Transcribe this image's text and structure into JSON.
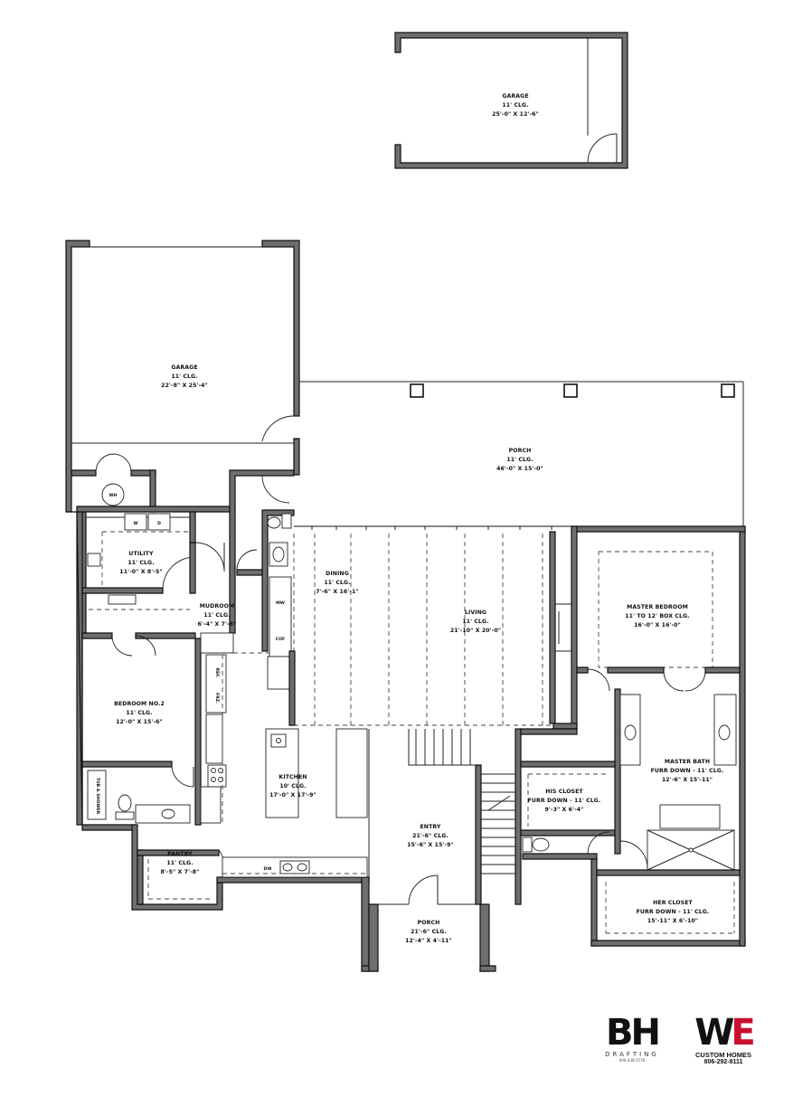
{
  "rooms": {
    "garage_detached": {
      "name": "GARAGE",
      "ceiling": "11' CLG.",
      "size": "25'-0\" X 12'-6\""
    },
    "garage": {
      "name": "GARAGE",
      "ceiling": "11' CLG.",
      "size": "22'-8\" X 25'-4\""
    },
    "porch_rear": {
      "name": "PORCH",
      "ceiling": "11' CLG.",
      "size": "46'-0\" X 15'-0\""
    },
    "utility": {
      "name": "UTILITY",
      "ceiling": "11' CLG.",
      "size": "11'-0\" X 8'-5\""
    },
    "mudroom": {
      "name": "MUDROOM",
      "ceiling": "11' CLG.",
      "size": "6'-4\" X 7'-8\""
    },
    "dining": {
      "name": "DINING",
      "ceiling": "11' CLG.",
      "size": "7'-6\" X 16'-1\""
    },
    "living": {
      "name": "LIVING",
      "ceiling": "11' CLG.",
      "size": "21'-10\" X 20'-0\""
    },
    "master_bedroom": {
      "name": "MASTER BEDROOM",
      "ceiling": "11' TO 12' BOX CLG.",
      "size": "16'-0\" X 16'-0\""
    },
    "bedroom2": {
      "name": "BEDROOM NO.2",
      "ceiling": "11' CLG.",
      "size": "12'-0\" X 15'-6\""
    },
    "kitchen": {
      "name": "KITCHEN",
      "ceiling": "10' CLG.",
      "size": "17'-0\" X 17'-9\""
    },
    "master_bath": {
      "name": "MASTER BATH",
      "ceiling": "FURR DOWN - 11' CLG.",
      "size": "12'-6\" X 15'-11\""
    },
    "his_closet": {
      "name": "HIS CLOSET",
      "ceiling": "FURR DOWN - 11' CLG.",
      "size": "9'-3\" X 6'-4\""
    },
    "entry": {
      "name": "ENTRY",
      "ceiling": "21'-6\" CLG.",
      "size": "15'-6\" X 15'-9\""
    },
    "pantry": {
      "name": "PANTRY",
      "ceiling": "11' CLG.",
      "size": "8'-5\" X 7'-8\""
    },
    "her_closet": {
      "name": "HER CLOSET",
      "ceiling": "FURR DOWN - 11' CLG.",
      "size": "15'-11\" X 6'-10\""
    },
    "porch_front": {
      "name": "PORCH",
      "ceiling": "21'-6\" CLG.",
      "size": "12'-4\" X 4'-11\""
    }
  },
  "fixtures": {
    "water_heater": "WH",
    "washer": "W",
    "dryer": "D",
    "tub_shower": "TUB & SHOWER",
    "refrigerator": "REF.",
    "freezer": "FRZ.",
    "microwave": "MW",
    "coffee": "COF",
    "dishwasher": "DW"
  },
  "logos": {
    "bh": {
      "mark": "BH",
      "name": "DRAFTING",
      "phone": "806-438-5578"
    },
    "we": {
      "mark_w": "W",
      "mark_e": "E",
      "name": "CUSTOM HOMES",
      "phone": "806-292-8111"
    }
  }
}
